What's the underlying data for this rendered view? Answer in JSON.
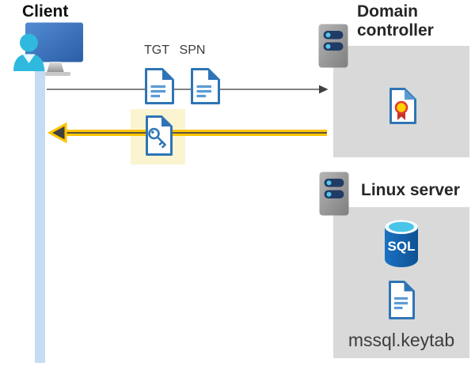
{
  "diagram": {
    "client": {
      "label": "Client"
    },
    "flow": {
      "tgt_label": "TGT",
      "spn_label": "SPN"
    },
    "domain_controller": {
      "label": "Domain controller"
    },
    "linux_server": {
      "label": "Linux server",
      "database_label": "SQL",
      "keytab_label": "mssql.keytab"
    },
    "colors": {
      "document_border_blue": "#2E75B6",
      "document_line_blue": "#5B9BD5",
      "highlight_yellow": "#FBF4D0",
      "arrow_yellow": "#FFC400",
      "arrow_dark_gray": "#404040",
      "arrow_line_gray": "#595959",
      "container_gray": "#D9D9D9",
      "lifeline_blue": "#C6DBF4",
      "person_cyan": "#2FB9DE",
      "monitor_blue": "#3A74C4",
      "server_gray": "#9B9B9B",
      "server_slot_navy": "#203B66",
      "server_dot_cyan": "#57C7E9",
      "sql_body_blue": "#1366B1",
      "sql_top_cyan": "#49C5E9",
      "certificate_gold": "#FFD100",
      "certificate_red": "#D7352B"
    }
  }
}
